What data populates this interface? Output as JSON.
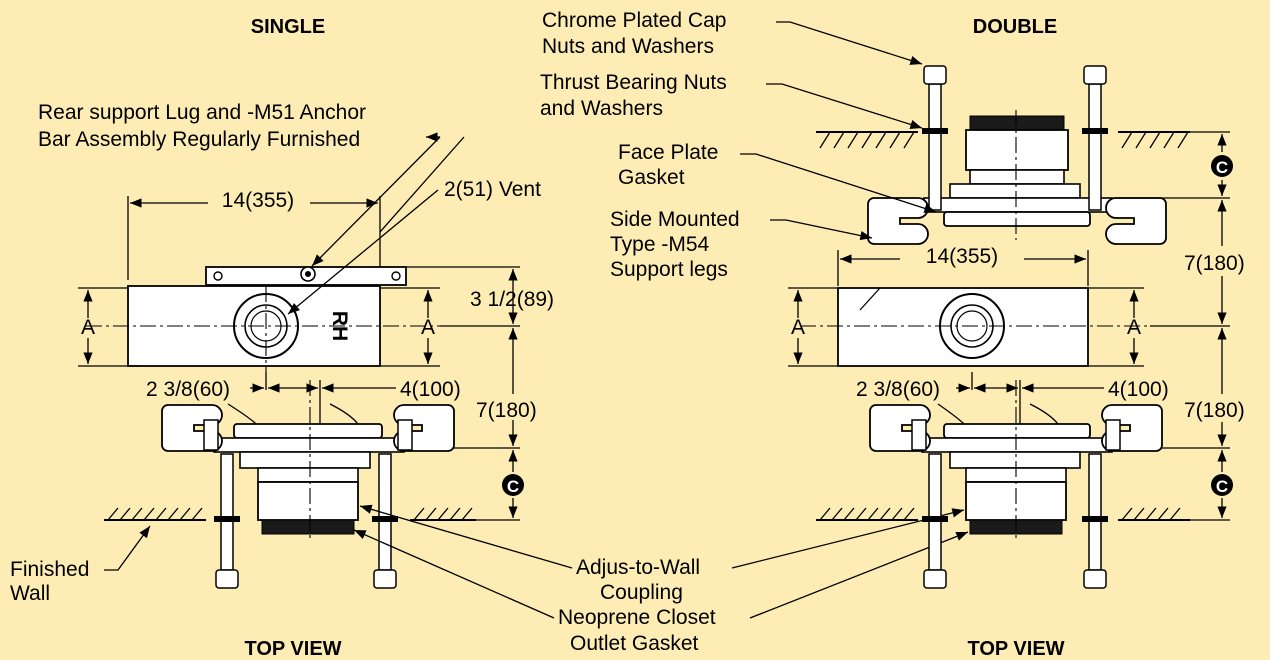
{
  "headers": {
    "single": "SINGLE",
    "double": "DOUBLE",
    "top_view_left": "TOP VIEW",
    "top_view_right": "TOP VIEW"
  },
  "labels": {
    "chrome_cap": [
      "Chrome Plated Cap",
      "Nuts and Washers"
    ],
    "thrust_bearing": [
      "Thrust Bearing Nuts",
      "and Washers"
    ],
    "face_plate": [
      "Face Plate",
      "Gasket"
    ],
    "side_mounted": [
      "Side Mounted",
      "Type -M54",
      "Support legs"
    ],
    "rear_support": [
      "Rear support Lug and -M51 Anchor",
      "Bar Assembly Regularly Furnished"
    ],
    "vent": "2(51) Vent",
    "finished_wall": [
      "Finished",
      "Wall"
    ],
    "adjus_coupling": [
      "Adjus-to-Wall",
      "Coupling"
    ],
    "neoprene_gasket": [
      "Neoprene Closet",
      "Outlet Gasket"
    ],
    "rh_mark": "RH",
    "center_mark": "C"
  },
  "dimensions": {
    "width_single": "14(355)",
    "width_double": "14(355)",
    "a_mark": "A",
    "rear_height": "3 1/2(89)",
    "offset_left_single": "2 3/8(60)",
    "offset_right_single": "4(100)",
    "offset_left_double": "2 3/8(60)",
    "offset_right_double": "4(100)",
    "depth_single": "7(180)",
    "depth_double_upper": "7(180)",
    "depth_double_lower": "7(180)"
  },
  "colors": {
    "background": "#fdecb4",
    "line": "#000000"
  }
}
